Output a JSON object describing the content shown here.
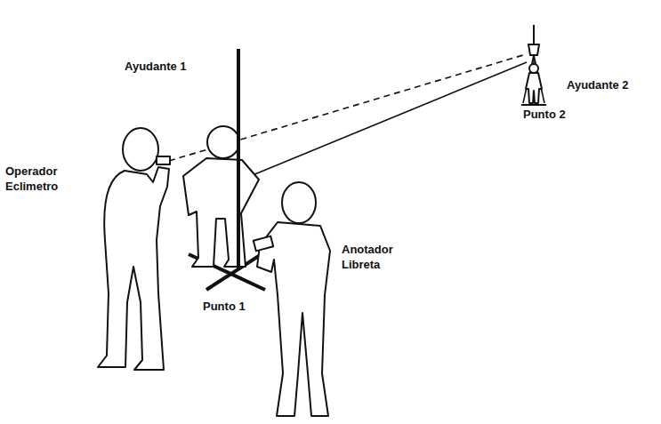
{
  "diagram": {
    "labels": [
      "Ayudante 1",
      "Ayudante 2",
      "Punto 2",
      "Operador Eclimetro",
      "Anotador Libreta",
      "Punto 1"
    ]
  }
}
